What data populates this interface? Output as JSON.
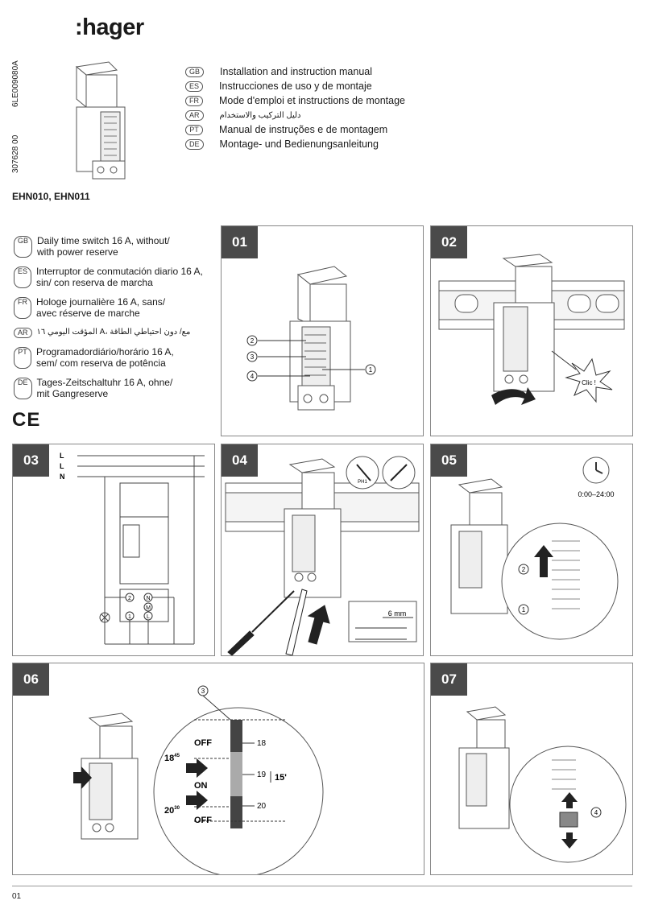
{
  "brand": {
    "logo": ":hager"
  },
  "codes": {
    "doc_code": "6LE009080A",
    "article": "307628 00"
  },
  "languages": [
    {
      "code": "GB",
      "text": "Installation and instruction manual"
    },
    {
      "code": "ES",
      "text": "Instrucciones de uso y de montaje"
    },
    {
      "code": "FR",
      "text": "Mode d'emploi et instructions de montage"
    },
    {
      "code": "AR",
      "text": "دليل التركيب والاستخدام"
    },
    {
      "code": "PT",
      "text": "Manual de instruções e de montagem"
    },
    {
      "code": "DE",
      "text": "Montage- und Bedienungsanleitung"
    }
  ],
  "models": "EHN010, EHN011",
  "descriptions": [
    {
      "code": "GB",
      "line1": "Daily time switch 16 A, without/",
      "line2": "with power reserve"
    },
    {
      "code": "ES",
      "line1": "Interruptor de conmutación diario 16 A,",
      "line2": "sin/ con reserva de marcha"
    },
    {
      "code": "FR",
      "line1": "Hologe journalière 16 A, sans/",
      "line2": "avec réserve de marche"
    },
    {
      "code": "AR",
      "line1": "المؤقت اليومي ١٦ A، مع/ دون احتياطي الطاقة",
      "line2": ""
    },
    {
      "code": "PT",
      "line1": "Programadordiário/horário 16 A,",
      "line2": "sem/ com reserva de potência"
    },
    {
      "code": "DE",
      "line1": "Tages-Zeitschaltuhr 16 A, ohne/",
      "line2": "mit Gangreserve"
    }
  ],
  "ce_mark": "CE",
  "steps": {
    "s01": {
      "num": "01",
      "callouts": [
        "2",
        "3",
        "4",
        "1"
      ]
    },
    "s02": {
      "num": "02",
      "clic": "Clic !"
    },
    "s03": {
      "num": "03",
      "lines": [
        "L",
        "L",
        "N"
      ],
      "terminals": [
        "2",
        "N",
        "M",
        "1",
        "L"
      ]
    },
    "s04": {
      "num": "04",
      "tool": "PH1",
      "strip": "6 mm"
    },
    "s05": {
      "num": "05",
      "range": "0:00–24:00",
      "callouts": [
        "2",
        "1"
      ]
    },
    "s06": {
      "num": "06",
      "callout": "3",
      "off1": "OFF",
      "on": "ON",
      "off2": "OFF",
      "t1": "18",
      "t1sup": "45",
      "t2": "20",
      "t2sup": "30",
      "h18": "18",
      "h19": "19",
      "h20": "20",
      "step": "15'"
    },
    "s07": {
      "num": "07",
      "callout": "4"
    }
  },
  "page": "01"
}
